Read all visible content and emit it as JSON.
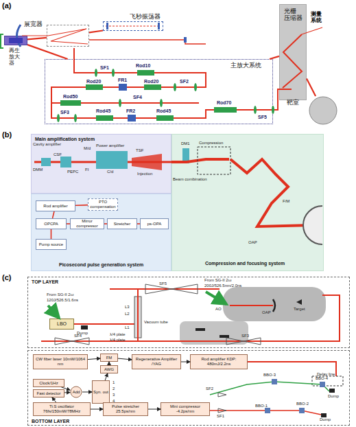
{
  "diagram": {
    "nodes": [
      {
        "text": [
          "飞秒振荡器"
        ]
      },
      {
        "text": [
          "展宽器"
        ]
      },
      {
        "text": [
          "再生 放大器"
        ]
      },
      {
        "text": [
          "主放大系统"
        ]
      },
      {
        "text": [
          "光栅 压缩器"
        ]
      },
      {
        "text": [
          "靶室"
        ]
      },
      {
        "text": [
          "Main amplification system"
        ]
      },
      {
        "text": [
          "Picosecond pulse generation system"
        ]
      },
      {
        "text": [
          "Rod amplifier"
        ],
        "in": 7
      },
      {
        "text": [
          "PTO compensation"
        ],
        "in": 7
      },
      {
        "text": [
          "OPCPA"
        ],
        "in": 7
      },
      {
        "text": [
          "Mirror compressor"
        ],
        "in": 7
      },
      {
        "text": [
          "Stretcher"
        ],
        "in": 7
      },
      {
        "text": [
          "ps-OPA"
        ],
        "in": 7
      },
      {
        "text": [
          "Pump source"
        ],
        "in": 7
      },
      {
        "text": [
          "Compression and focusing system"
        ]
      },
      {
        "text": [
          "TOP LAYER"
        ]
      },
      {
        "text": [
          "LBO"
        ],
        "in": 16
      },
      {
        "text": [
          "BOTTOM LAYER"
        ]
      },
      {
        "text": [
          "CW fiber laser 10mW/1064 nm"
        ],
        "in": 18
      },
      {
        "text": [
          "FM"
        ],
        "in": 18
      },
      {
        "text": [
          "AWG"
        ],
        "in": 18
      },
      {
        "text": [
          "Regenerative Amplifier /YAG"
        ],
        "in": 18
      },
      {
        "text": [
          "Rod amplifier KDP: 480mJ/2.2ns"
        ],
        "in": 18
      },
      {
        "text": [
          "Clock/1Hz"
        ],
        "in": 18
      },
      {
        "text": [
          "Fast detector"
        ],
        "in": 18
      },
      {
        "text": [
          "Add"
        ],
        "in": 18
      },
      {
        "text": [
          "Syn. out"
        ],
        "in": 18
      },
      {
        "text": [
          "Ti:S oscillator 76fs/150mW/78MHz"
        ],
        "in": 18
      },
      {
        "text": [
          "Pulse stretcher 25.5ps/nm"
        ],
        "in": 18
      },
      {
        "text": [
          "Mini compressor -4.2ps/nm"
        ],
        "in": 18
      }
    ],
    "edges": [
      {
        "from": 0,
        "to": 1,
        "arrow": "none"
      },
      {
        "from": 1,
        "to": 2,
        "arrow": "none"
      },
      {
        "from": 2,
        "to": 3,
        "arrow": "none"
      },
      {
        "from": 3,
        "to": 4,
        "arrow": "none"
      },
      {
        "from": 4,
        "to": 5,
        "arrow": "none"
      },
      {
        "from": 14,
        "to": 10,
        "arrow": "none"
      },
      {
        "from": 10,
        "to": 8,
        "arrow": "none"
      },
      {
        "from": 8,
        "to": 9,
        "arrow": "none"
      },
      {
        "from": 11,
        "to": 10,
        "arrow": "none"
      },
      {
        "from": 12,
        "to": 11,
        "arrow": "none"
      },
      {
        "from": 13,
        "to": 12,
        "arrow": "none"
      },
      {
        "from": 19,
        "to": 20,
        "arrow": "to"
      },
      {
        "from": 21,
        "to": 20,
        "arrow": "to"
      },
      {
        "from": 20,
        "to": 22,
        "arrow": "to"
      },
      {
        "from": 22,
        "to": 23,
        "arrow": "to"
      },
      {
        "from": 24,
        "to": 26,
        "arrow": "to"
      },
      {
        "from": 25,
        "to": 26,
        "arrow": "to"
      },
      {
        "from": 26,
        "to": 27,
        "arrow": "to"
      },
      {
        "from": 27,
        "to": 21,
        "arrow": "to"
      },
      {
        "from": 28,
        "to": 25,
        "arrow": "to"
      },
      {
        "from": 28,
        "to": 29,
        "arrow": "to"
      },
      {
        "from": 29,
        "to": 30,
        "arrow": "to"
      }
    ],
    "labels": [
      "(a)",
      "测量 系统",
      "SF1",
      "Rod10",
      "Rod20",
      "FR1",
      "Rod20",
      "SF2",
      "Rod50",
      "SF4",
      "SF3",
      "Rod45",
      "FR2",
      "Rod45",
      "Rod70",
      "SF5",
      "(b)",
      "Cavity amplifier",
      "DMM",
      "CSF",
      "PEPC",
      "FI",
      "M/d",
      "Power amplifier",
      "C/d",
      "TSF",
      "Injection",
      "DM1",
      "Beam combination",
      "Compression",
      "F/M",
      "OAP",
      "(c)",
      "SF5",
      "From SG-II 2ω",
      "200J/526.5nm/2.0ns",
      "AO",
      "OAP",
      "Target",
      "From SG-II 2ω",
      "120J/526.5/1.6ns",
      "Dump",
      "L3",
      "L2",
      "L1",
      "Vacuum tube",
      "λ/4 plate",
      "λ/4 plate",
      "SF4",
      "SF3",
      "Delay line",
      "1",
      "2",
      "3",
      "4",
      "SF2",
      "SF1",
      "BBO-3",
      "BBO-4",
      "BBO-1",
      "BBO-2",
      "Dump",
      "Dump"
    ]
  }
}
